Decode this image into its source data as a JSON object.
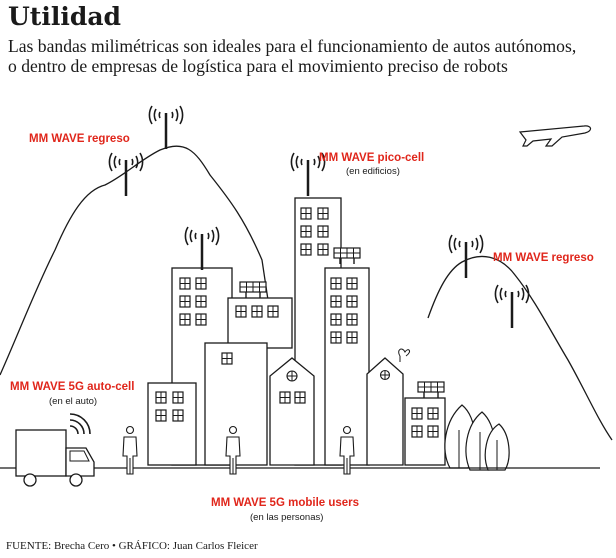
{
  "header": {
    "title": "Utilidad",
    "subtitle_line1": "Las bandas milimétricas son ideales para el funcionamiento de autos autónomos,",
    "subtitle_line2": "o dentro de empresas de logística para el movimiento preciso de robots"
  },
  "labels": {
    "regreso_left": "MM WAVE  regreso",
    "picocell": "MM WAVE pico-cell",
    "picocell_sub": "(en edificios)",
    "regreso_right": "MM WAVE  regreso",
    "autocell": "MM WAVE 5G auto-cell",
    "autocell_sub": "(en el auto)",
    "mobile": "MM WAVE 5G mobile users",
    "mobile_sub": "(en las personas)"
  },
  "footer": {
    "source": "FUENTE: Brecha Cero • GRÁFICO: Juan Carlos Fleicer"
  },
  "icons": {
    "antenna": "antenna-icon",
    "plane": "airplane-icon",
    "solar": "solar-panel-icon",
    "person": "person-icon",
    "truck": "truck-icon",
    "tree": "tree-icon"
  },
  "colors": {
    "label": "#e0261b",
    "ink": "#1a1a1a"
  }
}
